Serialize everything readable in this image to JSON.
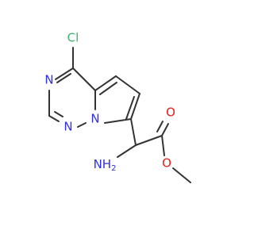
{
  "molecule": {
    "atoms": {
      "chlorine": {
        "label": "Cl",
        "color": "#3cb371"
      },
      "n_ring_top": {
        "label": "N",
        "color": "#3030e0"
      },
      "n_ring_bottom": {
        "label": "N",
        "color": "#3030e0"
      },
      "n_bridge": {
        "label": "N",
        "color": "#3030e0"
      },
      "amine": {
        "label": "NH",
        "subscript": "2",
        "color": "#3030e0"
      },
      "carbonyl_o": {
        "label": "O",
        "color": "#e0201b"
      },
      "ester_o": {
        "label": "O",
        "color": "#e0201b"
      }
    },
    "bond_color": "#333333"
  }
}
